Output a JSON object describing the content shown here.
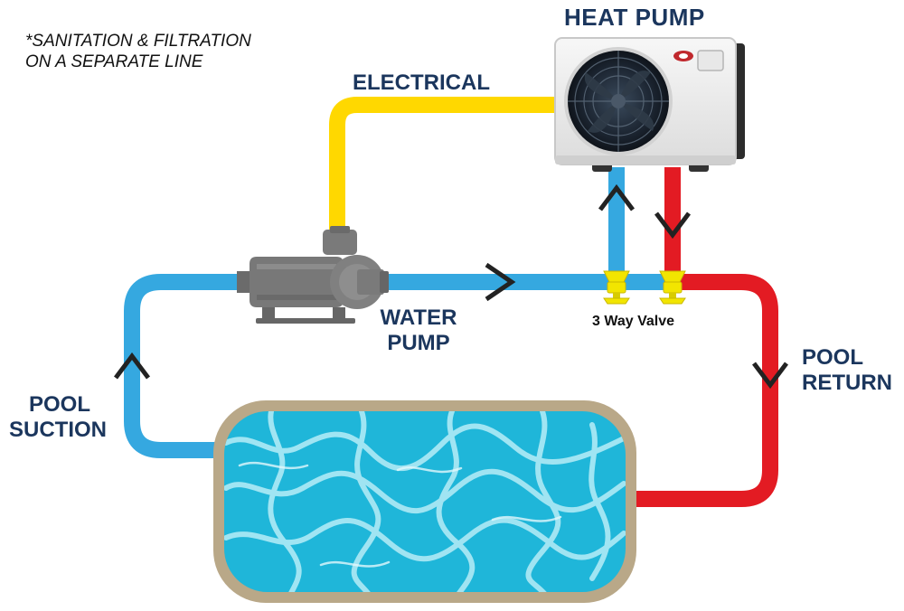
{
  "labels": {
    "note_line1": "*SANITATION & FILTRATION",
    "note_line2": "ON A SEPARATE LINE",
    "heat_pump": "HEAT PUMP",
    "electrical": "ELECTRICAL",
    "water_pump_line1": "WATER",
    "water_pump_line2": "PUMP",
    "valve": "3 Way Valve",
    "pool_return_line1": "POOL",
    "pool_return_line2": "RETURN",
    "pool_suction_line1": "POOL",
    "pool_suction_line2": "SUCTION"
  },
  "colors": {
    "water_line": "#35a8e0",
    "hot_line": "#e31b23",
    "electrical_line": "#ffd800",
    "label_text": "#1b365d",
    "pool_water": "#1fb6d9",
    "pool_border": "#b9a888",
    "pump_body": "#777777",
    "valve": "#f2e500",
    "arrow": "#222222"
  },
  "icons": {
    "heat_pump": "heat-pump-unit-icon",
    "water_pump": "water-pump-icon",
    "valve": "three-way-valve-icon",
    "flow_arrow": "chevron-flow-icon"
  }
}
